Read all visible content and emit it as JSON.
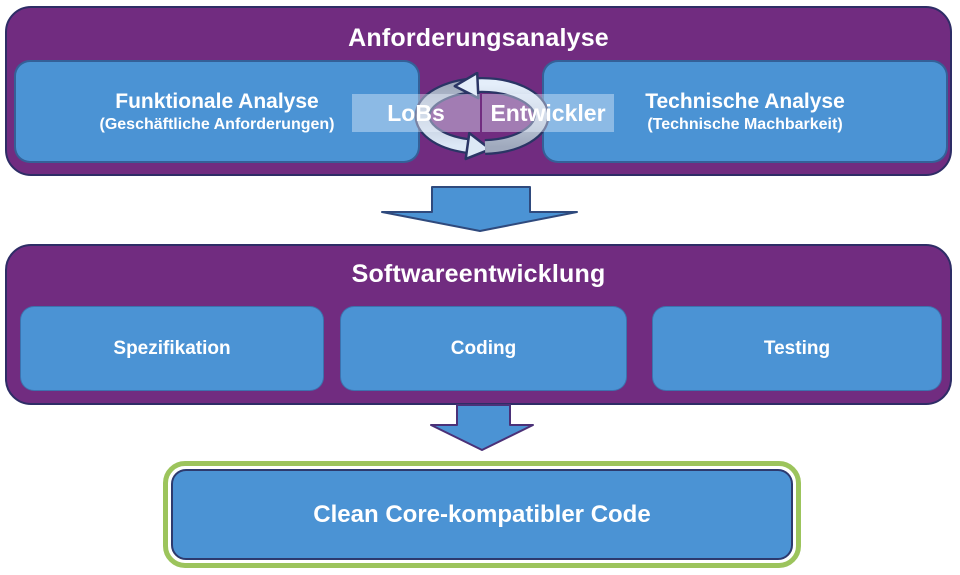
{
  "colors": {
    "purple": "#712c80",
    "purple_border": "#2e2d66",
    "blue": "#4b93d4",
    "navy_border": "#2a3565",
    "arrow_outline_blue": "#2f4a7d",
    "arrow_outline_purple": "#4b3178",
    "green_border": "#9cc45c",
    "cycle_gray": "#9fa9bd",
    "cycle_light": "#dce8f6",
    "text": "#ffffff"
  },
  "sections": {
    "requirements": {
      "title": "Anforderungsanalyse",
      "left_box": {
        "title": "Funktionale Analyse",
        "subtitle": "(Geschäftliche Anforderungen)"
      },
      "right_box": {
        "title": "Technische Analyse",
        "subtitle": "(Technische Machbarkeit)"
      },
      "cycle": {
        "left_label": "LoBs",
        "right_label": "Entwickler"
      }
    },
    "development": {
      "title": "Softwareentwicklung",
      "steps": [
        "Spezifikation",
        "Coding",
        "Testing"
      ]
    },
    "result": {
      "label": "Clean Core-kompatibler Code"
    }
  }
}
